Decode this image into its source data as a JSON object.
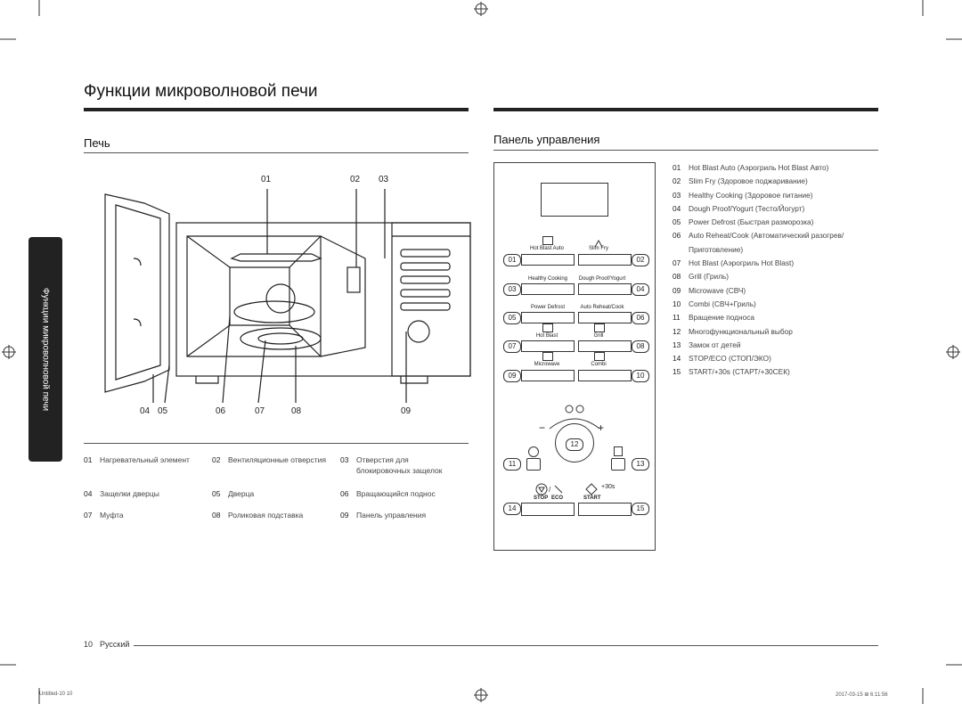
{
  "page": {
    "title": "Функции микроволновой печи",
    "side_tab": "Функции микроволновой печи",
    "page_num": "10",
    "language": "Русский",
    "print_left": "Untitled-10   10",
    "print_right": "2017-03-15   ⊞ 6:11:56"
  },
  "oven": {
    "heading": "Печь",
    "callouts": [
      "01",
      "02",
      "03",
      "04",
      "05",
      "06",
      "07",
      "08",
      "09"
    ],
    "legend": [
      {
        "num": "01",
        "text": "Нагревательный элемент"
      },
      {
        "num": "02",
        "text": "Вентиляционные отверстия"
      },
      {
        "num": "03",
        "text": "Отверстия для блокировочных защелок"
      },
      {
        "num": "04",
        "text": "Защелки дверцы"
      },
      {
        "num": "05",
        "text": "Дверца"
      },
      {
        "num": "06",
        "text": "Вращающийся поднос"
      },
      {
        "num": "07",
        "text": "Муфта"
      },
      {
        "num": "08",
        "text": "Роликовая подставка"
      },
      {
        "num": "09",
        "text": "Панель управления"
      }
    ]
  },
  "panel": {
    "heading": "Панель управления",
    "labels": [
      "Hot Blast Auto",
      "Slim Fry",
      "Healthy Cooking",
      "Dough Proof/Yogurt",
      "Power Defrost",
      "Auto Reheat/Cook",
      "Hot Blast",
      "Grill",
      "Microwave",
      "Combi"
    ],
    "nums": [
      "01",
      "02",
      "03",
      "04",
      "05",
      "06",
      "07",
      "08",
      "09",
      "10",
      "11",
      "12",
      "13",
      "14",
      "15"
    ],
    "minus": "−",
    "plus": "+",
    "stop": "STOP",
    "eco": "ECO",
    "start": "START",
    "plus30": "+30s",
    "items": [
      {
        "num": "01",
        "text": "Hot Blast Auto (Аэрогриль Hot Blast Авто)"
      },
      {
        "num": "02",
        "text": "Slim Fry (Здоровое поджаривание)"
      },
      {
        "num": "03",
        "text": "Healthy Cooking (Здоровое питание)"
      },
      {
        "num": "04",
        "text": "Dough Proof/Yogurt (Тесто/Йогурт)"
      },
      {
        "num": "05",
        "text": "Power Defrost (Быстрая разморозка)"
      },
      {
        "num": "06",
        "text": "Auto Reheat/Cook (Автоматический разогрев/ Приготовление)"
      },
      {
        "num": "07",
        "text": "Hot Blast (Аэрогриль Hot Blast)"
      },
      {
        "num": "08",
        "text": "Grill (Гриль)"
      },
      {
        "num": "09",
        "text": "Microwave (СВЧ)"
      },
      {
        "num": "10",
        "text": "Combi (СВЧ+Гриль)"
      },
      {
        "num": "11",
        "text": "Вращение подноса"
      },
      {
        "num": "12",
        "text": "Многофункциональный выбор"
      },
      {
        "num": "13",
        "text": "Замок от детей"
      },
      {
        "num": "14",
        "text": "STOP/ECO (СТОП/ЭКО)"
      },
      {
        "num": "15",
        "text": "START/+30s (СТАРТ/+30СЕК)"
      }
    ]
  }
}
